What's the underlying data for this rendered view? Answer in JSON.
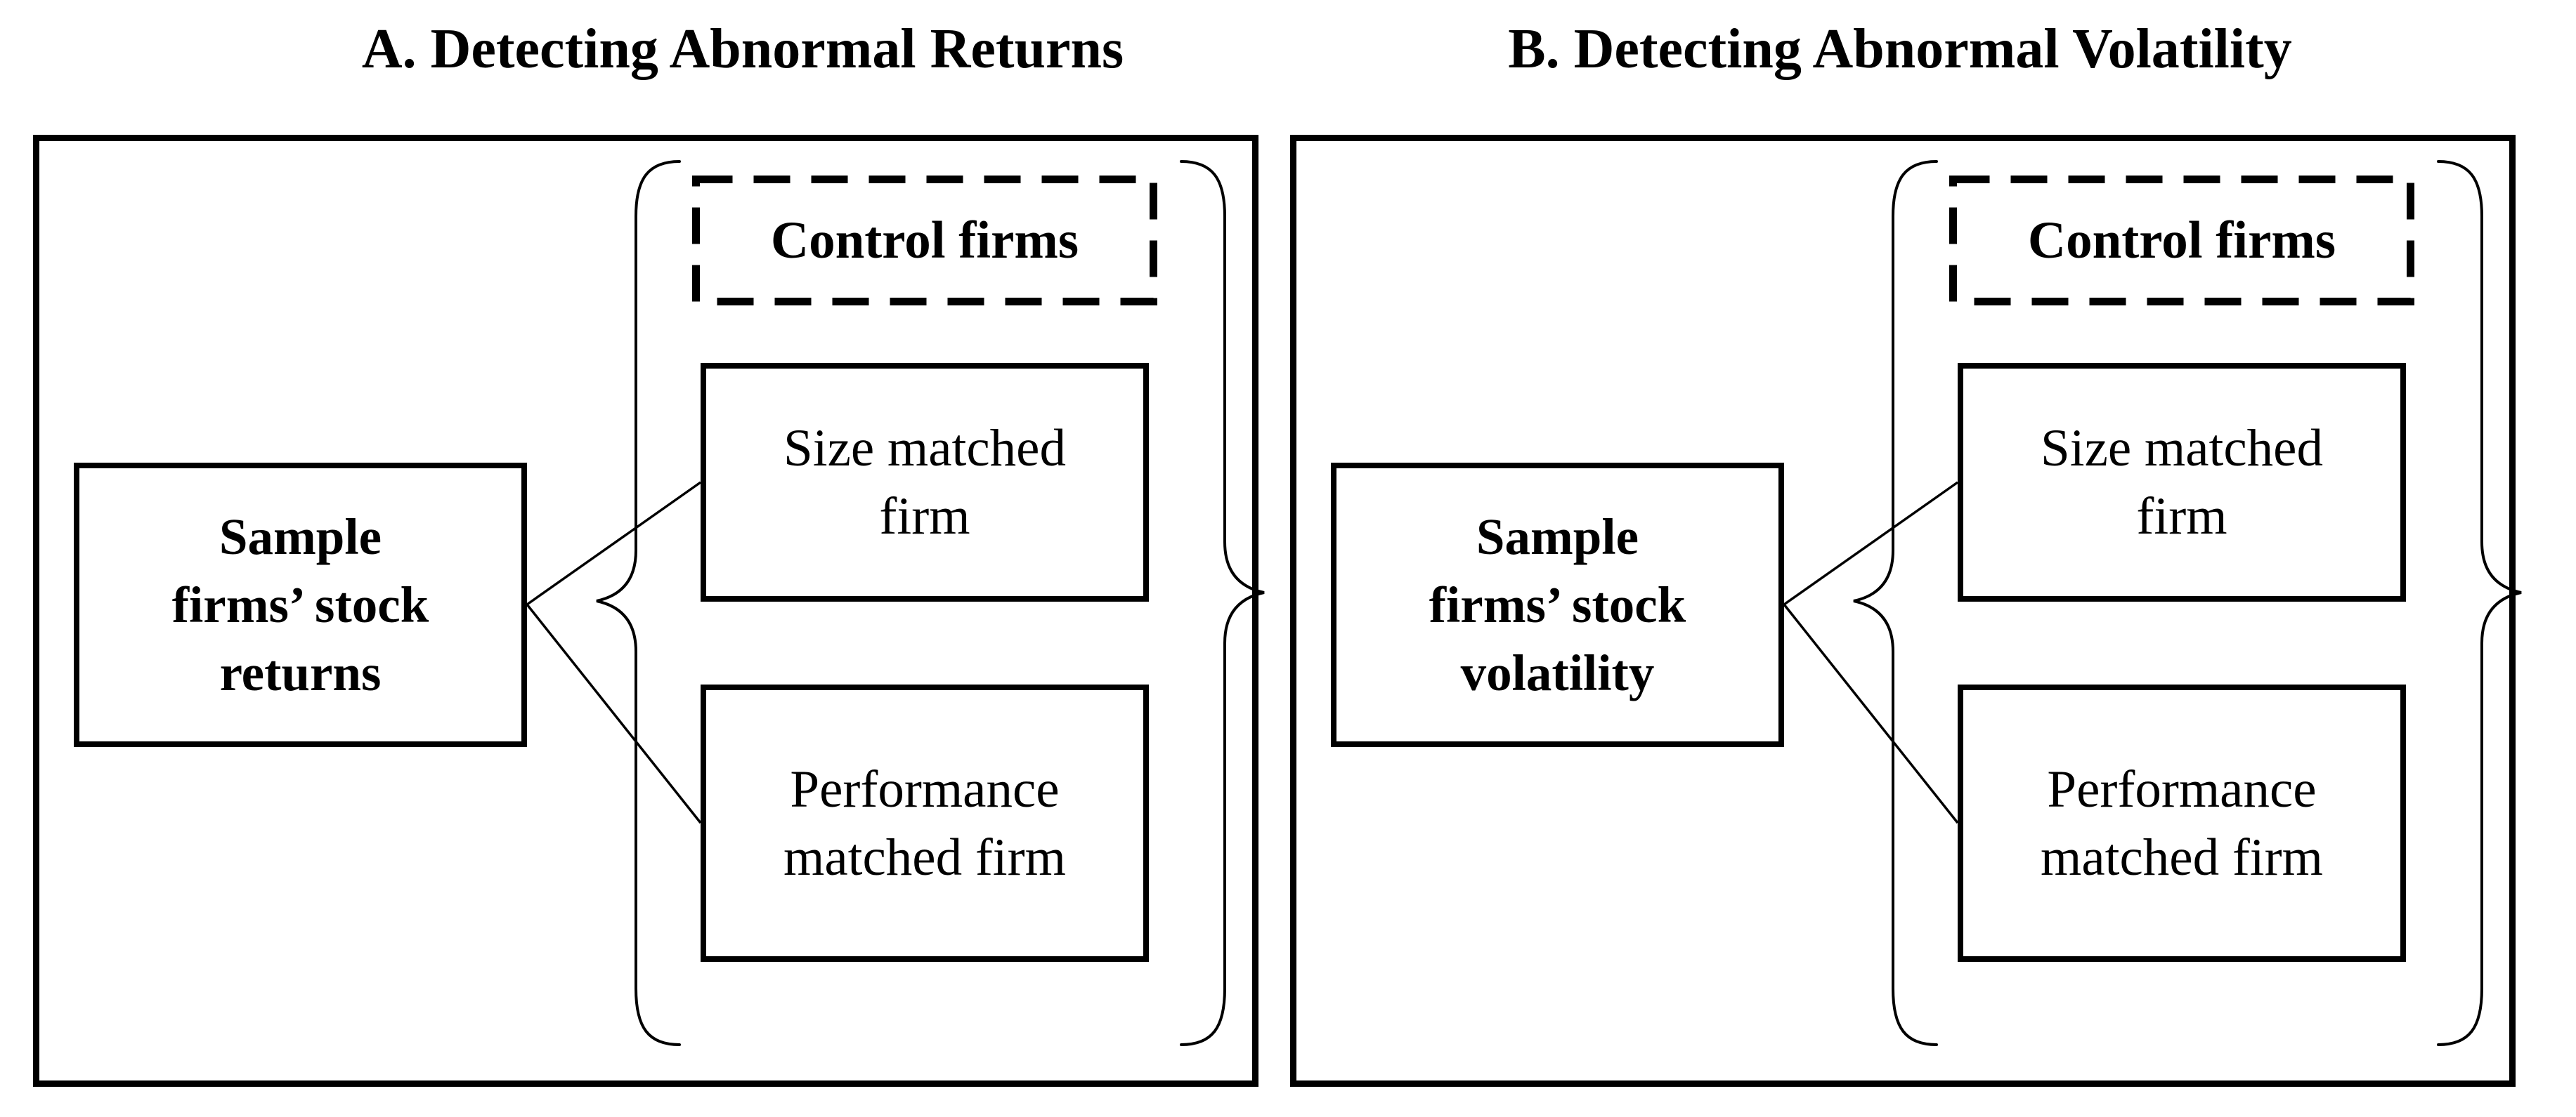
{
  "figure": {
    "colors": {
      "ink": "#000000",
      "paper": "#ffffff"
    },
    "panels": [
      {
        "title": "A. Detecting Abnormal Returns",
        "sample_box": {
          "lines": [
            "Sample",
            "firms’ stock",
            "returns"
          ]
        },
        "control_group": {
          "label": "Control firms",
          "members": [
            {
              "lines": [
                "Size matched",
                "firm"
              ]
            },
            {
              "lines": [
                "Performance",
                "matched firm"
              ]
            }
          ]
        }
      },
      {
        "title": "B. Detecting Abnormal Volatility",
        "sample_box": {
          "lines": [
            "Sample",
            "firms’ stock",
            "volatility"
          ]
        },
        "control_group": {
          "label": "Control firms",
          "members": [
            {
              "lines": [
                "Size matched",
                "firm"
              ]
            },
            {
              "lines": [
                "Performance",
                "matched firm"
              ]
            }
          ]
        }
      }
    ]
  }
}
